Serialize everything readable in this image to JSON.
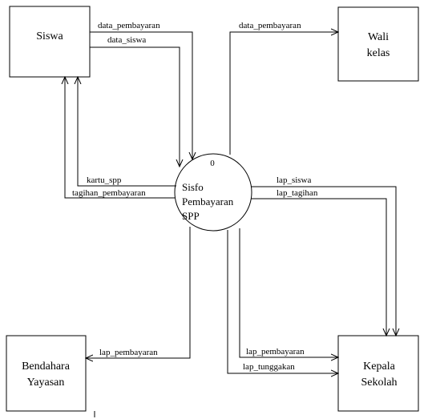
{
  "diagram": {
    "process": {
      "number": "0",
      "lines": [
        "Sisfo",
        "Pembayaran",
        "SPP"
      ]
    },
    "entities": {
      "siswa": {
        "lines": [
          "Siswa"
        ]
      },
      "wali_kelas": {
        "lines": [
          "Wali",
          "kelas"
        ]
      },
      "bendahara": {
        "lines": [
          "Bendahara",
          "Yayasan"
        ]
      },
      "kepala_sekolah": {
        "lines": [
          "Kepala",
          "Sekolah"
        ]
      }
    },
    "flows": {
      "siswa_data_pembayaran": "data_pembayaran",
      "siswa_data_siswa": "data_siswa",
      "wali_data_pembayaran": "data_pembayaran",
      "kartu_spp": "kartu_spp",
      "tagihan_pembayaran": "tagihan_pembayaran",
      "lap_siswa": "lap_siswa",
      "lap_tagihan": "lap_tagihan",
      "lap_pembayaran_bendahara": "lap_pembayaran",
      "lap_pembayaran_kepala": "lap_pembayaran",
      "lap_tunggakan": "lap_tunggakan"
    }
  }
}
